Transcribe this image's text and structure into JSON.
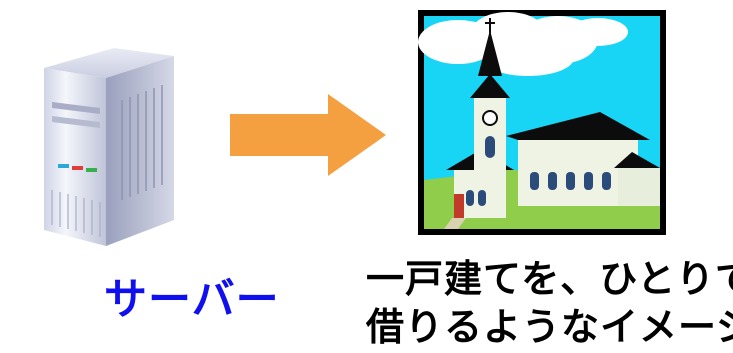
{
  "labels": {
    "server": "サーバー",
    "meaning_line1": "一戸建てを、ひとりで",
    "meaning_line2": "借りるようなイメージ"
  },
  "icons": {
    "server": "server-tower-icon",
    "arrow": "right-arrow-icon",
    "church": "church-illustration"
  },
  "colors": {
    "server_label": "#1010ee",
    "arrow": "#f5a040",
    "sky": "#19d5f5",
    "grass": "#8fcd4a"
  }
}
